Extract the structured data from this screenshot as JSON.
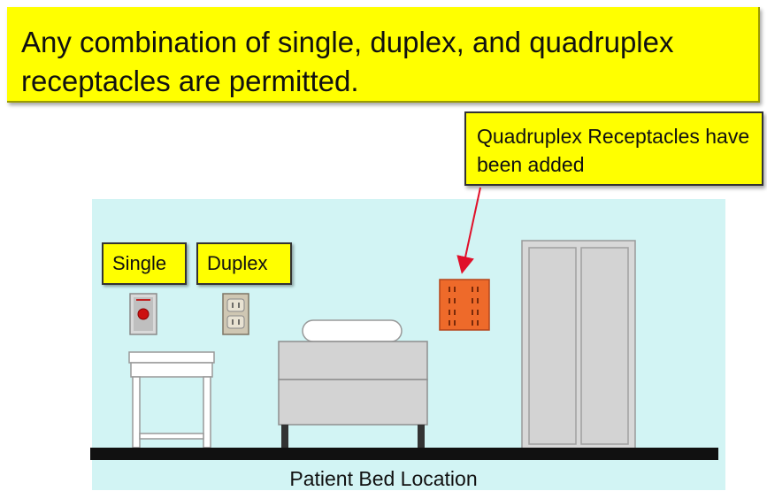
{
  "banner": {
    "text": "Any combination of single, duplex, and quadruplex receptacles are permitted."
  },
  "callout": {
    "text": "Quadruplex Receptacles have been added"
  },
  "labels": {
    "single": "Single",
    "duplex": "Duplex"
  },
  "caption": "Patient Bed Location",
  "colors": {
    "banner": "#ffff00",
    "room_background": "#d2f4f4",
    "floor": "#111111",
    "arrow": "#e0102a",
    "quad_receptacle": "#ee6a2a"
  }
}
